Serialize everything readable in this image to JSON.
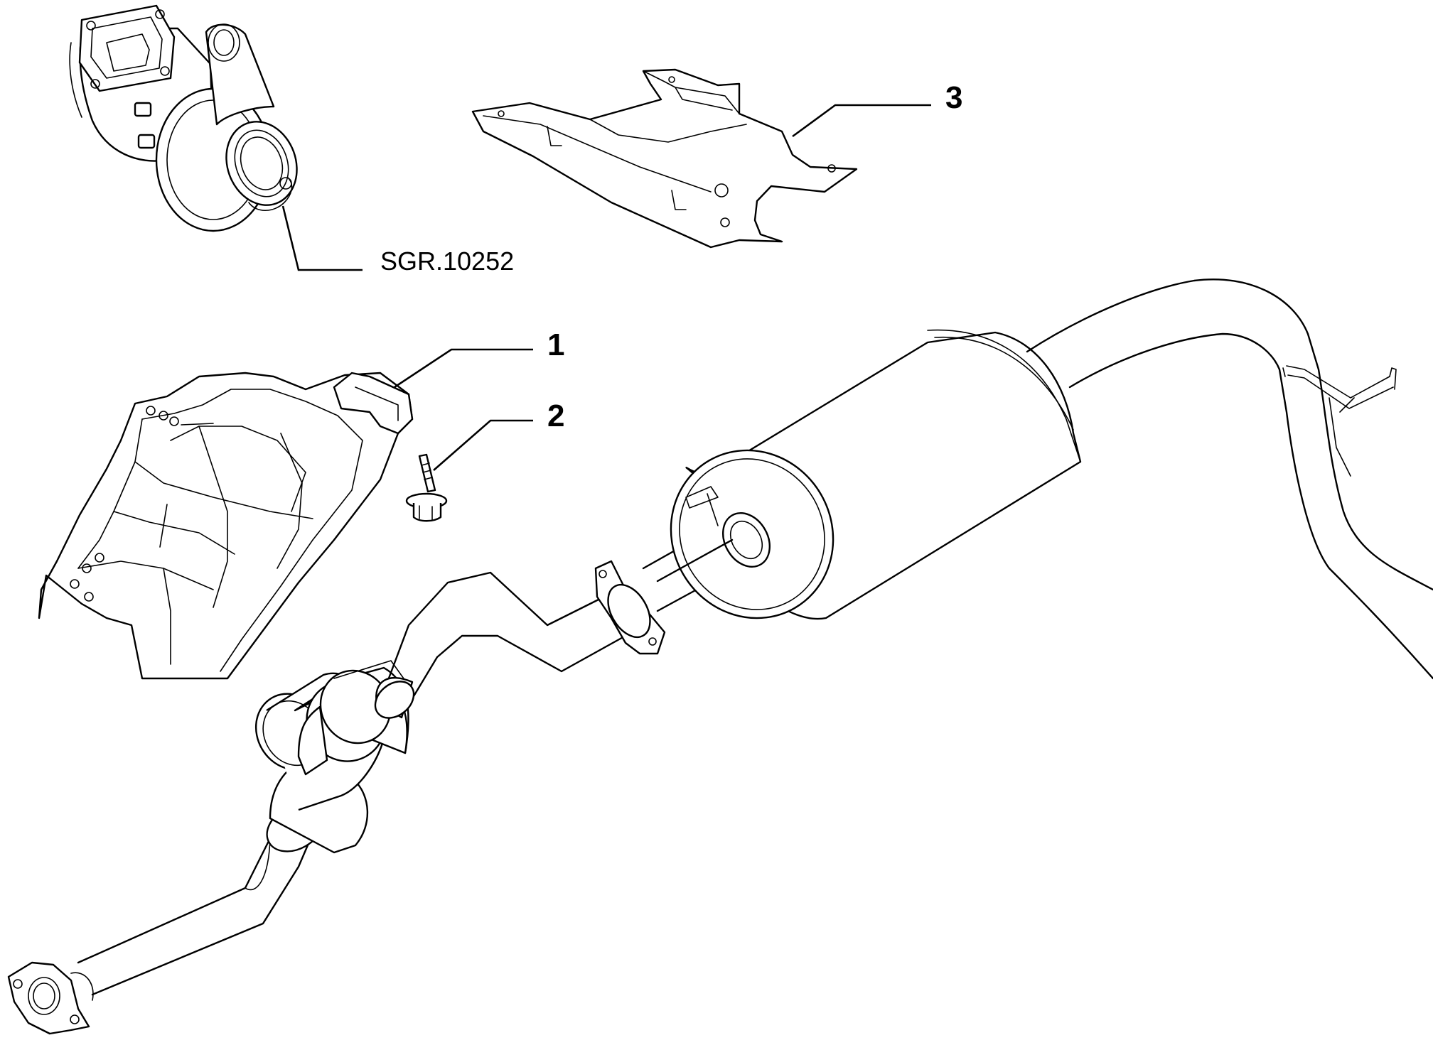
{
  "callouts": {
    "part1": "1",
    "part2": "2",
    "part3": "3",
    "reference": "SGR.10252"
  },
  "colors": {
    "line": "#000000",
    "background": "#ffffff"
  }
}
